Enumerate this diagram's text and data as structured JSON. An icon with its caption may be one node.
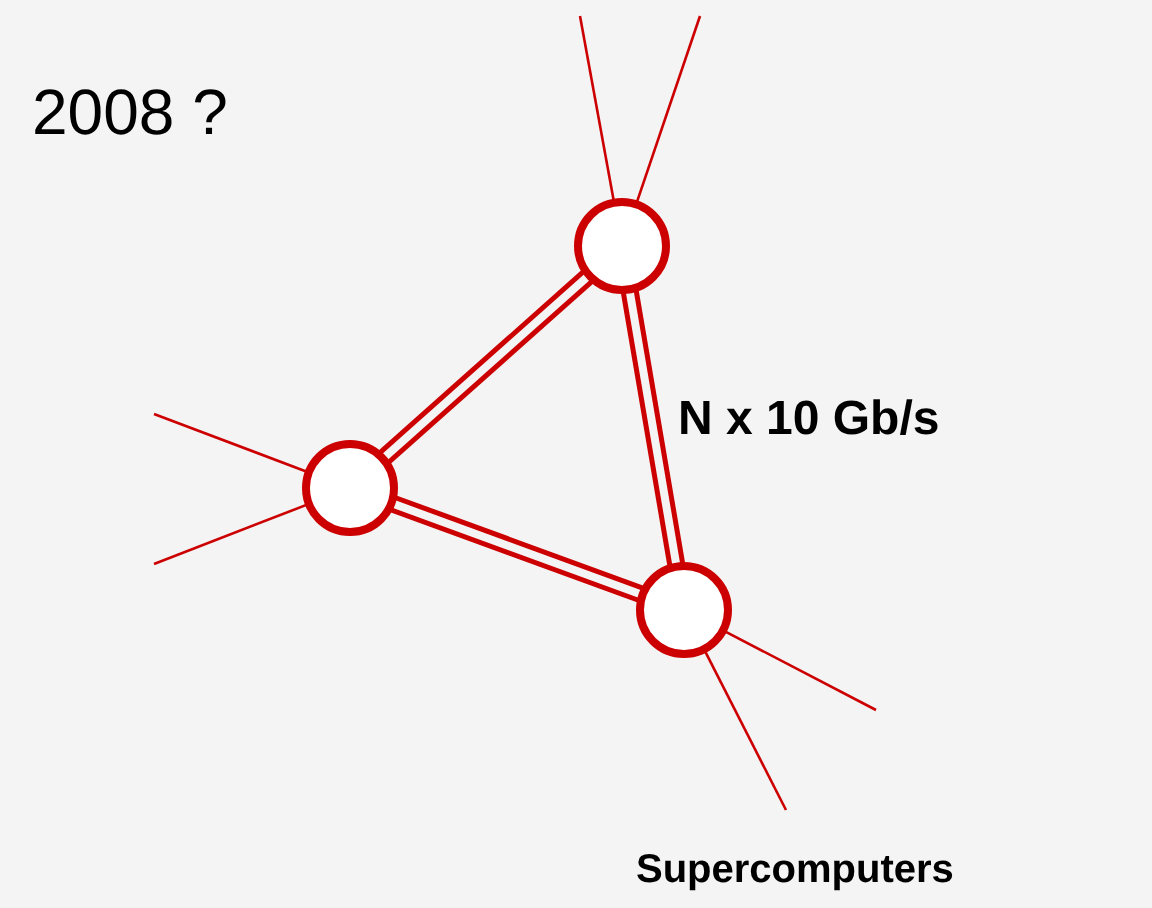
{
  "diagram": {
    "title": "2008 ?",
    "nodes": [
      {
        "text": [],
        "shape": "circle"
      },
      {
        "text": [],
        "shape": "circle"
      },
      {
        "text": [],
        "shape": "circle"
      }
    ],
    "edges": [
      {
        "from": 0,
        "to": 1,
        "arrow": "none",
        "style": "thick"
      },
      {
        "from": 1,
        "to": 2,
        "arrow": "none",
        "style": "thick"
      },
      {
        "from": 0,
        "to": 2,
        "arrow": "none",
        "style": "thick",
        "label": "N x 10 Gb/s"
      },
      {
        "from": 0,
        "to": null,
        "arrow": "none"
      },
      {
        "from": 0,
        "to": null,
        "arrow": "none"
      },
      {
        "from": 1,
        "to": null,
        "arrow": "none"
      },
      {
        "from": 1,
        "to": null,
        "arrow": "none"
      },
      {
        "from": 2,
        "to": null,
        "arrow": "none"
      },
      {
        "from": 2,
        "to": null,
        "arrow": "none"
      }
    ],
    "labels": [
      "Supercomputers"
    ]
  }
}
